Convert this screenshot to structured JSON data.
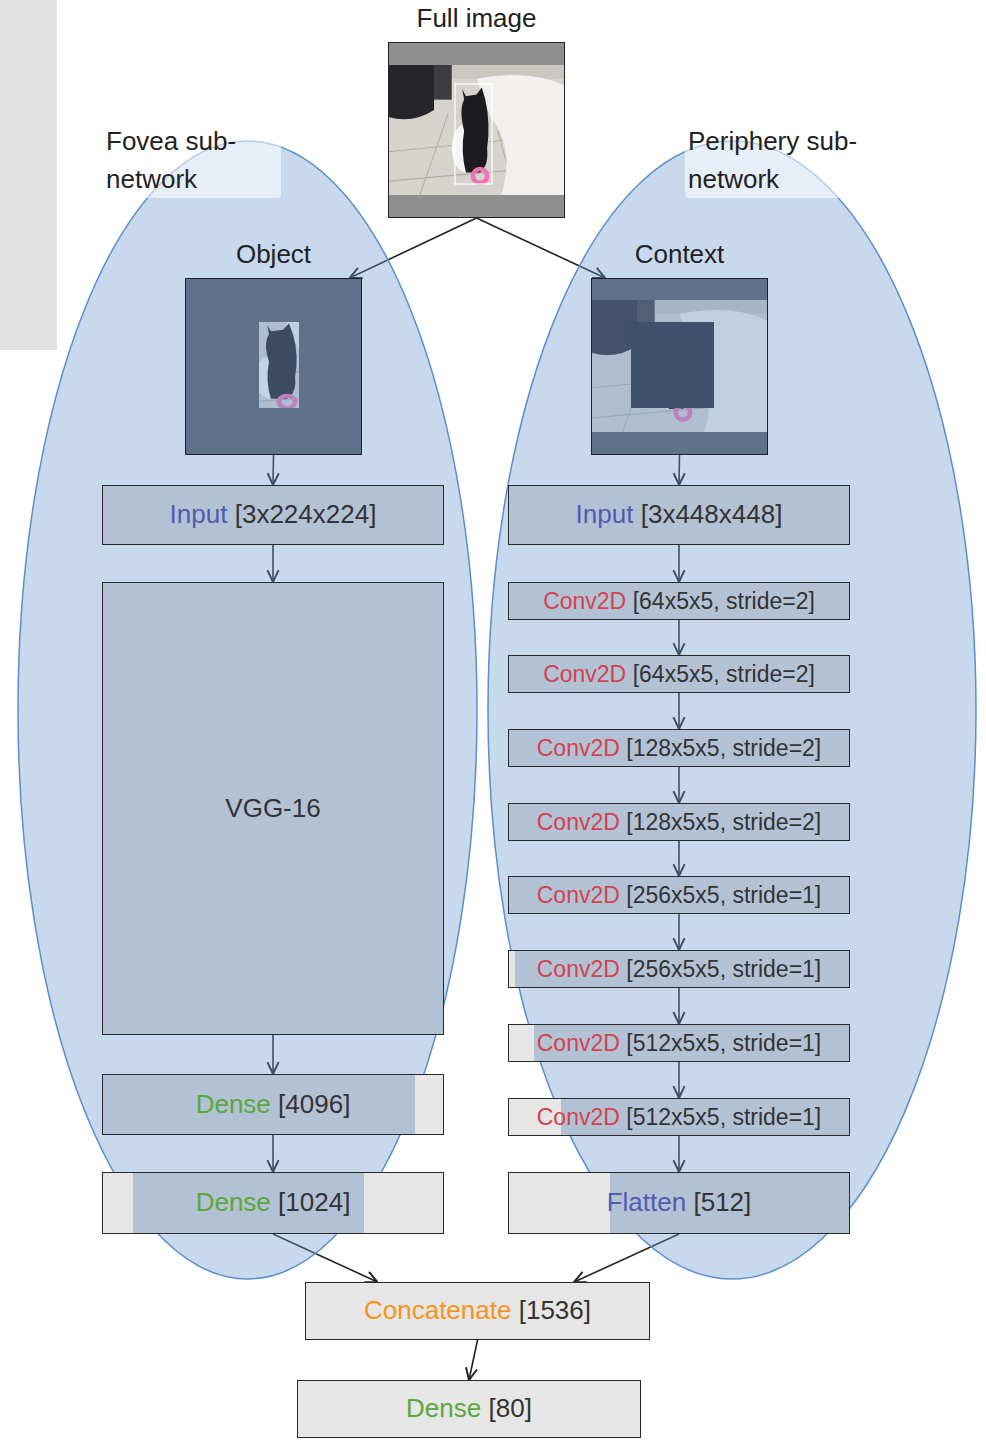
{
  "diagram": {
    "nodes": [
      {
        "text": [
          "Full image"
        ]
      },
      {
        "text": [
          "Fovea sub-network"
        ]
      },
      {
        "text": [
          "Object"
        ],
        "in": 1
      },
      {
        "text": [
          "Input",
          "[3x224x224]"
        ],
        "in": 1
      },
      {
        "text": [
          "VGG-16"
        ],
        "in": 1
      },
      {
        "text": [
          "Dense",
          "[4096]"
        ],
        "in": 1
      },
      {
        "text": [
          "Dense",
          "[1024]"
        ],
        "in": 1
      },
      {
        "text": [
          "Periphery sub-network"
        ]
      },
      {
        "text": [
          "Context"
        ],
        "in": 7
      },
      {
        "text": [
          "Input",
          "[3x448x448]"
        ],
        "in": 7
      },
      {
        "text": [
          "Conv2D",
          "[64x5x5, stride=2]"
        ],
        "in": 7
      },
      {
        "text": [
          "Conv2D",
          "[64x5x5, stride=2]"
        ],
        "in": 7
      },
      {
        "text": [
          "Conv2D",
          "[128x5x5, stride=2]"
        ],
        "in": 7
      },
      {
        "text": [
          "Conv2D",
          "[128x5x5, stride=2]"
        ],
        "in": 7
      },
      {
        "text": [
          "Conv2D",
          "[256x5x5, stride=1]"
        ],
        "in": 7
      },
      {
        "text": [
          "Conv2D",
          "[256x5x5, stride=1]"
        ],
        "in": 7
      },
      {
        "text": [
          "Conv2D",
          "[512x5x5, stride=1]"
        ],
        "in": 7
      },
      {
        "text": [
          "Conv2D",
          "[512x5x5, stride=1]"
        ],
        "in": 7
      },
      {
        "text": [
          "Flatten",
          "[512]"
        ],
        "in": 7
      },
      {
        "text": [
          "Concatenate",
          "[1536]"
        ]
      },
      {
        "text": [
          "Dense",
          "[80]"
        ]
      }
    ],
    "edges": [
      {
        "from": 0,
        "to": 2,
        "arrow": "to"
      },
      {
        "from": 0,
        "to": 8,
        "arrow": "to"
      },
      {
        "from": 2,
        "to": 3,
        "arrow": "to"
      },
      {
        "from": 3,
        "to": 4,
        "arrow": "to"
      },
      {
        "from": 4,
        "to": 5,
        "arrow": "to"
      },
      {
        "from": 5,
        "to": 6,
        "arrow": "to"
      },
      {
        "from": 6,
        "to": 19,
        "arrow": "to"
      },
      {
        "from": 8,
        "to": 9,
        "arrow": "to"
      },
      {
        "from": 9,
        "to": 10,
        "arrow": "to"
      },
      {
        "from": 10,
        "to": 11,
        "arrow": "to"
      },
      {
        "from": 11,
        "to": 12,
        "arrow": "to"
      },
      {
        "from": 12,
        "to": 13,
        "arrow": "to"
      },
      {
        "from": 13,
        "to": 14,
        "arrow": "to"
      },
      {
        "from": 14,
        "to": 15,
        "arrow": "to"
      },
      {
        "from": 15,
        "to": 16,
        "arrow": "to"
      },
      {
        "from": 16,
        "to": 17,
        "arrow": "to"
      },
      {
        "from": 17,
        "to": 18,
        "arrow": "to"
      },
      {
        "from": 18,
        "to": 19,
        "arrow": "to"
      },
      {
        "from": 19,
        "to": 20,
        "arrow": "to"
      }
    ]
  }
}
